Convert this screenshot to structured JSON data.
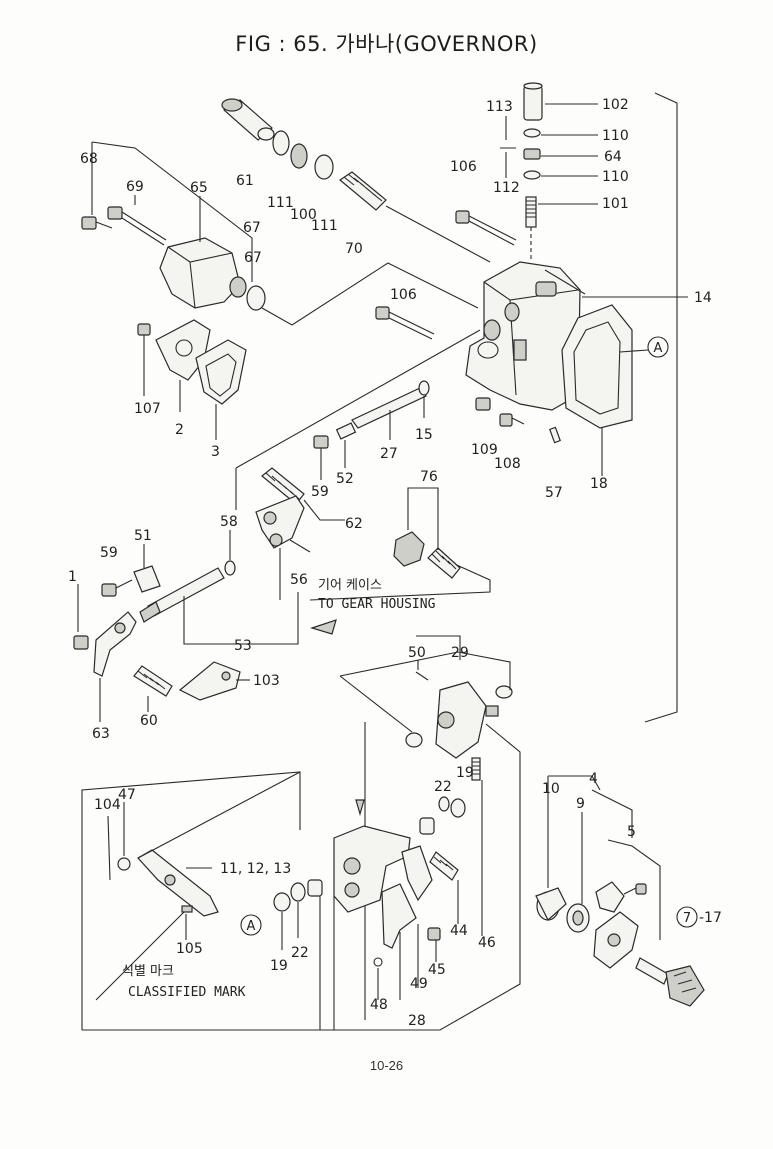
{
  "figure": {
    "title": "FIG : 65. 가바나(GOVERNOR)",
    "page_number": "10-26"
  },
  "notes": {
    "gear_housing_ko": "기어 케이스",
    "gear_housing_en": "TO GEAR HOUSING",
    "classified_mark_ko": "식별 마크",
    "classified_mark_en": "CLASSIFIED MARK"
  },
  "view_tags": {
    "a_right": "A",
    "a_left": "A",
    "seven": "7",
    "seven_suffix": "-17"
  },
  "part_labels": [
    {
      "id": "p102",
      "text": "102"
    },
    {
      "id": "p113",
      "text": "113"
    },
    {
      "id": "p110a",
      "text": "110"
    },
    {
      "id": "p64",
      "text": "64"
    },
    {
      "id": "p112",
      "text": "112"
    },
    {
      "id": "p110b",
      "text": "110"
    },
    {
      "id": "p101",
      "text": "101"
    },
    {
      "id": "p106a",
      "text": "106"
    },
    {
      "id": "p68",
      "text": "68"
    },
    {
      "id": "p69",
      "text": "69"
    },
    {
      "id": "p65",
      "text": "65"
    },
    {
      "id": "p61",
      "text": "61"
    },
    {
      "id": "p111a",
      "text": "111"
    },
    {
      "id": "p100",
      "text": "100"
    },
    {
      "id": "p111b",
      "text": "111"
    },
    {
      "id": "p70",
      "text": "70"
    },
    {
      "id": "p67a",
      "text": "67"
    },
    {
      "id": "p67b",
      "text": "67"
    },
    {
      "id": "p106b",
      "text": "106"
    },
    {
      "id": "p14",
      "text": "14"
    },
    {
      "id": "p107",
      "text": "107"
    },
    {
      "id": "p2",
      "text": "2"
    },
    {
      "id": "p3",
      "text": "3"
    },
    {
      "id": "p15",
      "text": "15"
    },
    {
      "id": "p27",
      "text": "27"
    },
    {
      "id": "p109",
      "text": "109"
    },
    {
      "id": "p108",
      "text": "108"
    },
    {
      "id": "p57",
      "text": "57"
    },
    {
      "id": "p18",
      "text": "18"
    },
    {
      "id": "p59a",
      "text": "59"
    },
    {
      "id": "p52",
      "text": "52"
    },
    {
      "id": "p62",
      "text": "62"
    },
    {
      "id": "p76",
      "text": "76"
    },
    {
      "id": "p58",
      "text": "58"
    },
    {
      "id": "p51",
      "text": "51"
    },
    {
      "id": "p59b",
      "text": "59"
    },
    {
      "id": "p1",
      "text": "1"
    },
    {
      "id": "p56",
      "text": "56"
    },
    {
      "id": "p53",
      "text": "53"
    },
    {
      "id": "p63",
      "text": "63"
    },
    {
      "id": "p60",
      "text": "60"
    },
    {
      "id": "p103",
      "text": "103"
    },
    {
      "id": "p50",
      "text": "50"
    },
    {
      "id": "p29",
      "text": "29"
    },
    {
      "id": "p19a",
      "text": "19"
    },
    {
      "id": "p22a",
      "text": "22"
    },
    {
      "id": "p4",
      "text": "4"
    },
    {
      "id": "p10",
      "text": "10"
    },
    {
      "id": "p9",
      "text": "9"
    },
    {
      "id": "p5",
      "text": "5"
    },
    {
      "id": "p104",
      "text": "104"
    },
    {
      "id": "p47",
      "text": "47"
    },
    {
      "id": "p11",
      "text": "11, 12, 13"
    },
    {
      "id": "p105",
      "text": "105"
    },
    {
      "id": "p19b",
      "text": "19"
    },
    {
      "id": "p22b",
      "text": "22"
    },
    {
      "id": "p44",
      "text": "44"
    },
    {
      "id": "p46",
      "text": "46"
    },
    {
      "id": "p45",
      "text": "45"
    },
    {
      "id": "p49",
      "text": "49"
    },
    {
      "id": "p48",
      "text": "48"
    },
    {
      "id": "p28",
      "text": "28"
    }
  ]
}
